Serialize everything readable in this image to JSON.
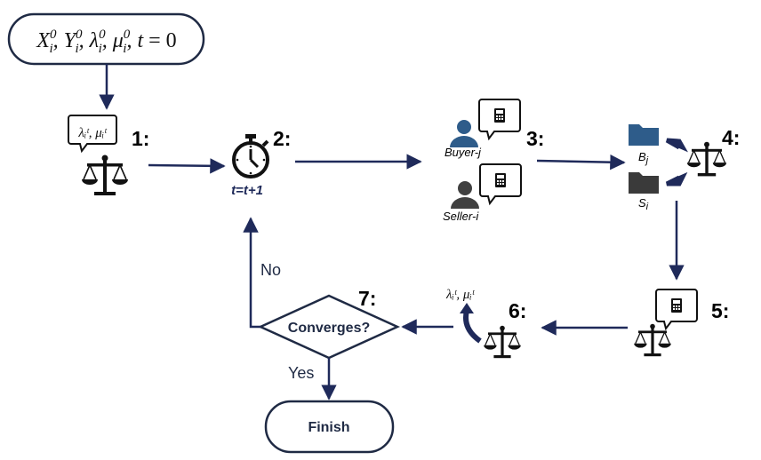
{
  "diagram": {
    "title": "Iterative buyer-seller pricing algorithm",
    "colors": {
      "navy": "#1f2a5a",
      "ink": "#000000",
      "person_blue": "#2e5c8a",
      "person_gray": "#404040",
      "folder_blue": "#2e5c8a",
      "folder_gray": "#3a3a3a"
    },
    "start_node": {
      "label_parts": [
        "X",
        "0",
        "i",
        ", ",
        "Y",
        "0",
        "i",
        ", ",
        "λ",
        "0",
        "i",
        ", ",
        "μ",
        "0",
        "i",
        ", t = 0"
      ]
    },
    "steps": [
      {
        "number": "1:",
        "bubble_text": "λᵢᵗ, μᵢᵗ",
        "icon": "balance-scale-icon"
      },
      {
        "number": "2:",
        "caption": "t=t+1",
        "icon": "stopwatch-icon"
      },
      {
        "number": "3:",
        "buyer_label": "Buyer-j",
        "seller_label": "Seller-i",
        "icon": "person-calculator-icon"
      },
      {
        "number": "4:",
        "buyer_folder_label": "Bj",
        "seller_folder_label": "Si",
        "icon": "folders-to-scale-icon"
      },
      {
        "number": "5:",
        "icon": "calculator-scale-icon"
      },
      {
        "number": "6:",
        "updated_text": "λᵢᵗ, μᵢᵗ",
        "icon": "scale-update-icon"
      },
      {
        "number": "7:",
        "decision": "Converges?"
      }
    ],
    "edge_labels": {
      "no": "No",
      "yes": "Yes"
    },
    "end_node": {
      "label": "Finish"
    }
  }
}
